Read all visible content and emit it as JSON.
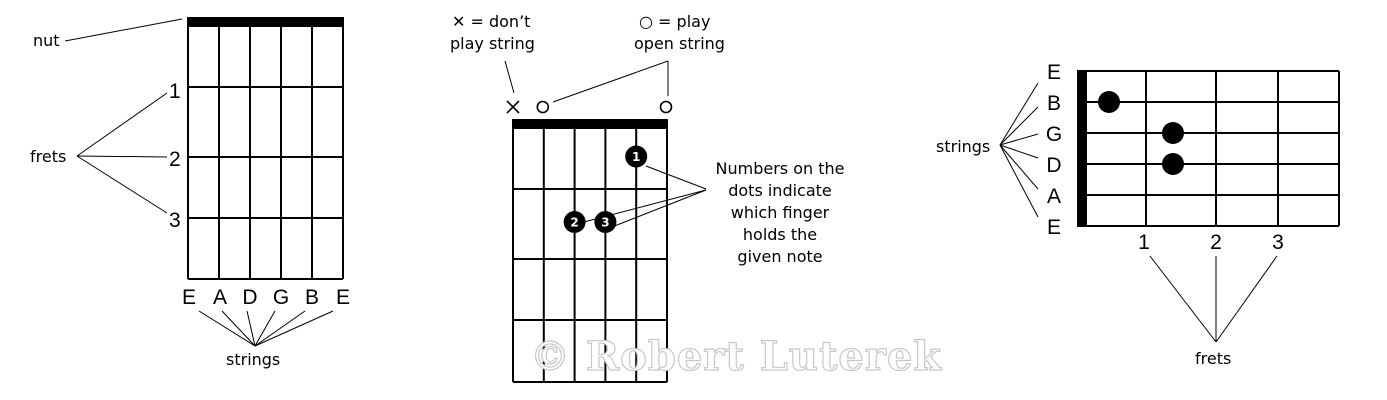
{
  "diagram1": {
    "nut_label": "nut",
    "frets_label": "frets",
    "strings_label": "strings",
    "fret_numbers": [
      "1",
      "2",
      "3"
    ],
    "string_names": [
      "E",
      "A",
      "D",
      "G",
      "B",
      "E"
    ]
  },
  "diagram2": {
    "legend_x_line1": "✕ = don’t",
    "legend_x_line2": "play string",
    "legend_o_line1": "○ = play",
    "legend_o_line2": "open string",
    "string_markers": [
      "x",
      "o",
      "",
      "",
      "",
      "o"
    ],
    "finger_dots": [
      {
        "string": 5,
        "fret": 1,
        "finger": "1"
      },
      {
        "string": 3,
        "fret": 2,
        "finger": "2"
      },
      {
        "string": 4,
        "fret": 2,
        "finger": "3"
      }
    ],
    "note_lines": [
      "Numbers on the",
      "dots indicate",
      "which finger",
      "holds the",
      "given note"
    ],
    "watermark": "© Robert Luterek"
  },
  "diagram3": {
    "strings_label": "strings",
    "frets_label": "frets",
    "string_names": [
      "E",
      "B",
      "G",
      "D",
      "A",
      "E"
    ],
    "fret_numbers": [
      "1",
      "2",
      "3"
    ],
    "dots": [
      {
        "string": "B",
        "fret": 1
      },
      {
        "string": "G",
        "fret": 2
      },
      {
        "string": "D",
        "fret": 2
      }
    ]
  }
}
